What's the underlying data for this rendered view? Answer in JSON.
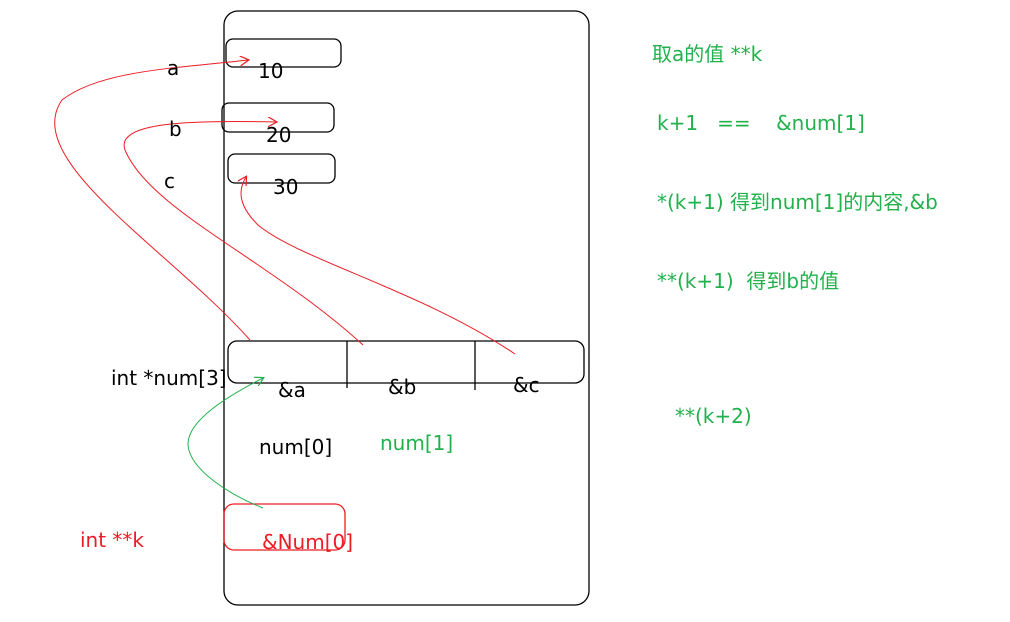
{
  "colors": {
    "black": "#000000",
    "green": "#22b14c",
    "red": "#ed1c24"
  },
  "labels": {
    "var_a": "a",
    "val_a": "10",
    "var_b": "b",
    "val_b": "20",
    "var_c": "c",
    "val_c": "30",
    "array_decl": "int *num[3]",
    "cell_0": "&a",
    "cell_1": "&b",
    "cell_2": "&c",
    "num0": "num[0]",
    "num1": "num[1]",
    "k_decl": "int **k",
    "k_value": "&Num[0]"
  },
  "notes": [
    "取a的值  **k",
    "k+1   ==    &num[1]",
    "*(k+1) 得到num[1]的内容,&b",
    "**(k+1)  得到b的值",
    "**(k+2)"
  ]
}
